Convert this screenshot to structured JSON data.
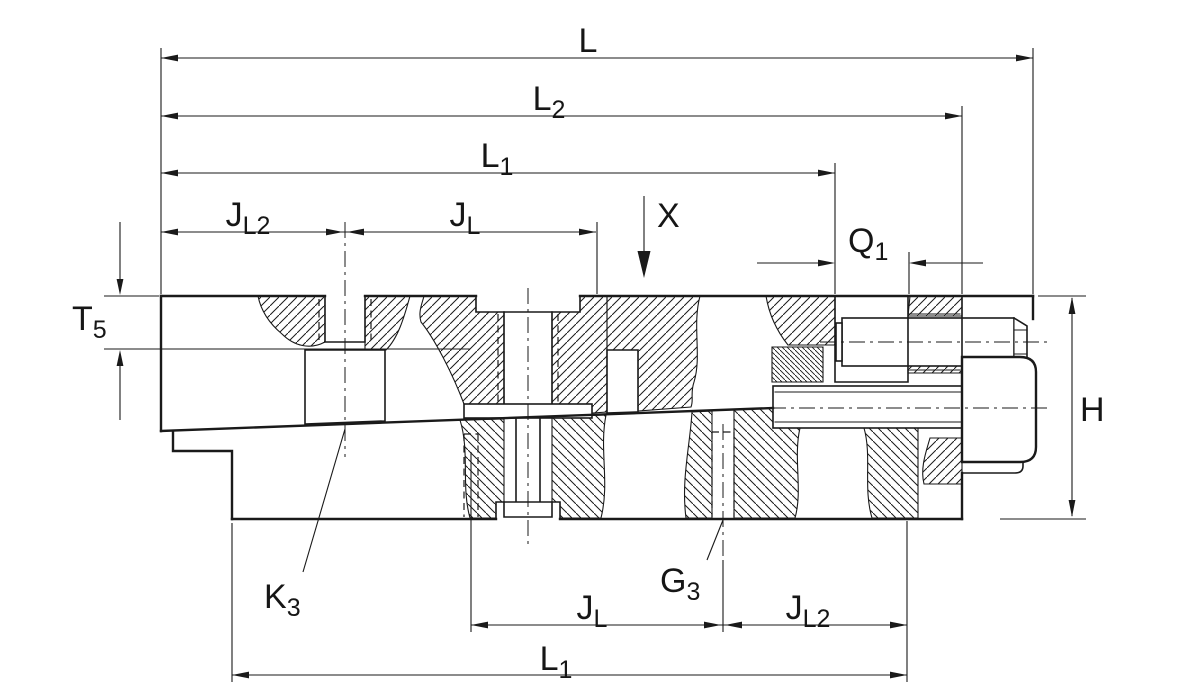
{
  "drawing": {
    "title": "wedge-element-section-dimension-drawing",
    "background": "#ffffff",
    "line_color": "#1a1a1a",
    "labels": {
      "L": {
        "main": "L",
        "sub": ""
      },
      "L2": {
        "main": "L",
        "sub": "2"
      },
      "L1_top": {
        "main": "L",
        "sub": "1"
      },
      "JL2_top": {
        "main": "J",
        "sub": "L2"
      },
      "JL_top": {
        "main": "J",
        "sub": "L"
      },
      "X": {
        "main": "X",
        "sub": ""
      },
      "Q1": {
        "main": "Q",
        "sub": "1"
      },
      "T5": {
        "main": "T",
        "sub": "5"
      },
      "H": {
        "main": "H",
        "sub": ""
      },
      "K3": {
        "main": "K",
        "sub": "3"
      },
      "G3": {
        "main": "G",
        "sub": "3"
      },
      "JL_bottom": {
        "main": "J",
        "sub": "L"
      },
      "JL2_bottom": {
        "main": "J",
        "sub": "L2"
      },
      "L1_bottom": {
        "main": "L",
        "sub": "1"
      }
    }
  }
}
